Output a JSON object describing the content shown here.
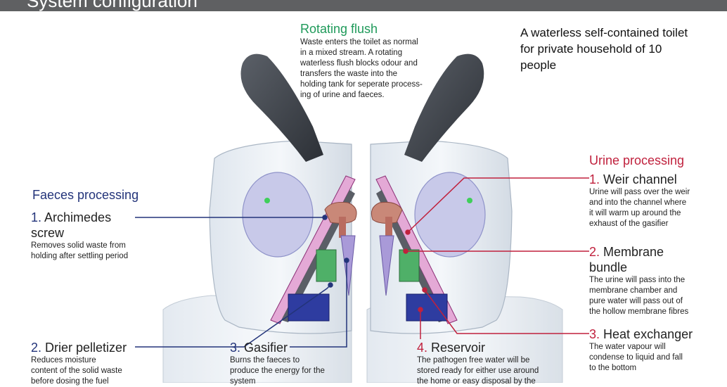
{
  "header": {
    "title": "System configuration"
  },
  "headline": [
    "A waterless self-contained toilet",
    "for private household of 10",
    "people"
  ],
  "rotating_flush": {
    "title": "Rotating flush",
    "desc": [
      "Waste enters the toilet as normal",
      "in a mixed stream. A rotating",
      "waterless flush blocks odour and",
      "transfers the waste into the",
      "holding tank for seperate process-",
      "ing of urine and faeces."
    ]
  },
  "faeces": {
    "title": "Faeces processing",
    "items": [
      {
        "num": "1.",
        "name": [
          "Archimedes",
          "screw"
        ],
        "desc": [
          "Removes solid waste from",
          "holding after settling period"
        ]
      },
      {
        "num": "2.",
        "name": [
          "Drier pelletizer"
        ],
        "desc": [
          "Reduces moisture",
          "content of the solid waste",
          "before dosing the fuel"
        ]
      },
      {
        "num": "3.",
        "name": [
          "Gasifier"
        ],
        "desc": [
          "Burns the faeces to",
          "produce the energy for the",
          "system"
        ]
      }
    ]
  },
  "urine": {
    "title": "Urine processing",
    "items": [
      {
        "num": "1.",
        "name": [
          "Weir channel"
        ],
        "desc": [
          "Urine will pass over the weir",
          "and into the channel where",
          "it will warm up around the",
          "exhaust of the gasifier"
        ]
      },
      {
        "num": "2.",
        "name": [
          "Membrane",
          "bundle"
        ],
        "desc": [
          "The urine will pass into the",
          "membrane chamber and",
          "pure water will pass out of",
          "the hollow membrane fibres"
        ]
      },
      {
        "num": "3.",
        "name": [
          "Heat exchanger"
        ],
        "desc": [
          "The water vapour will",
          "condense to liquid and fall",
          "to the bottom"
        ]
      },
      {
        "num": "4.",
        "name": [
          "Reservoir"
        ],
        "desc": [
          "The pathogen free water will be",
          "stored ready for either use around",
          "the home or easy disposal by the"
        ]
      }
    ]
  },
  "colors": {
    "header": "#5f6062",
    "faeces": "#23347a",
    "urine": "#c0213d",
    "flush": "#1f9a5a"
  }
}
